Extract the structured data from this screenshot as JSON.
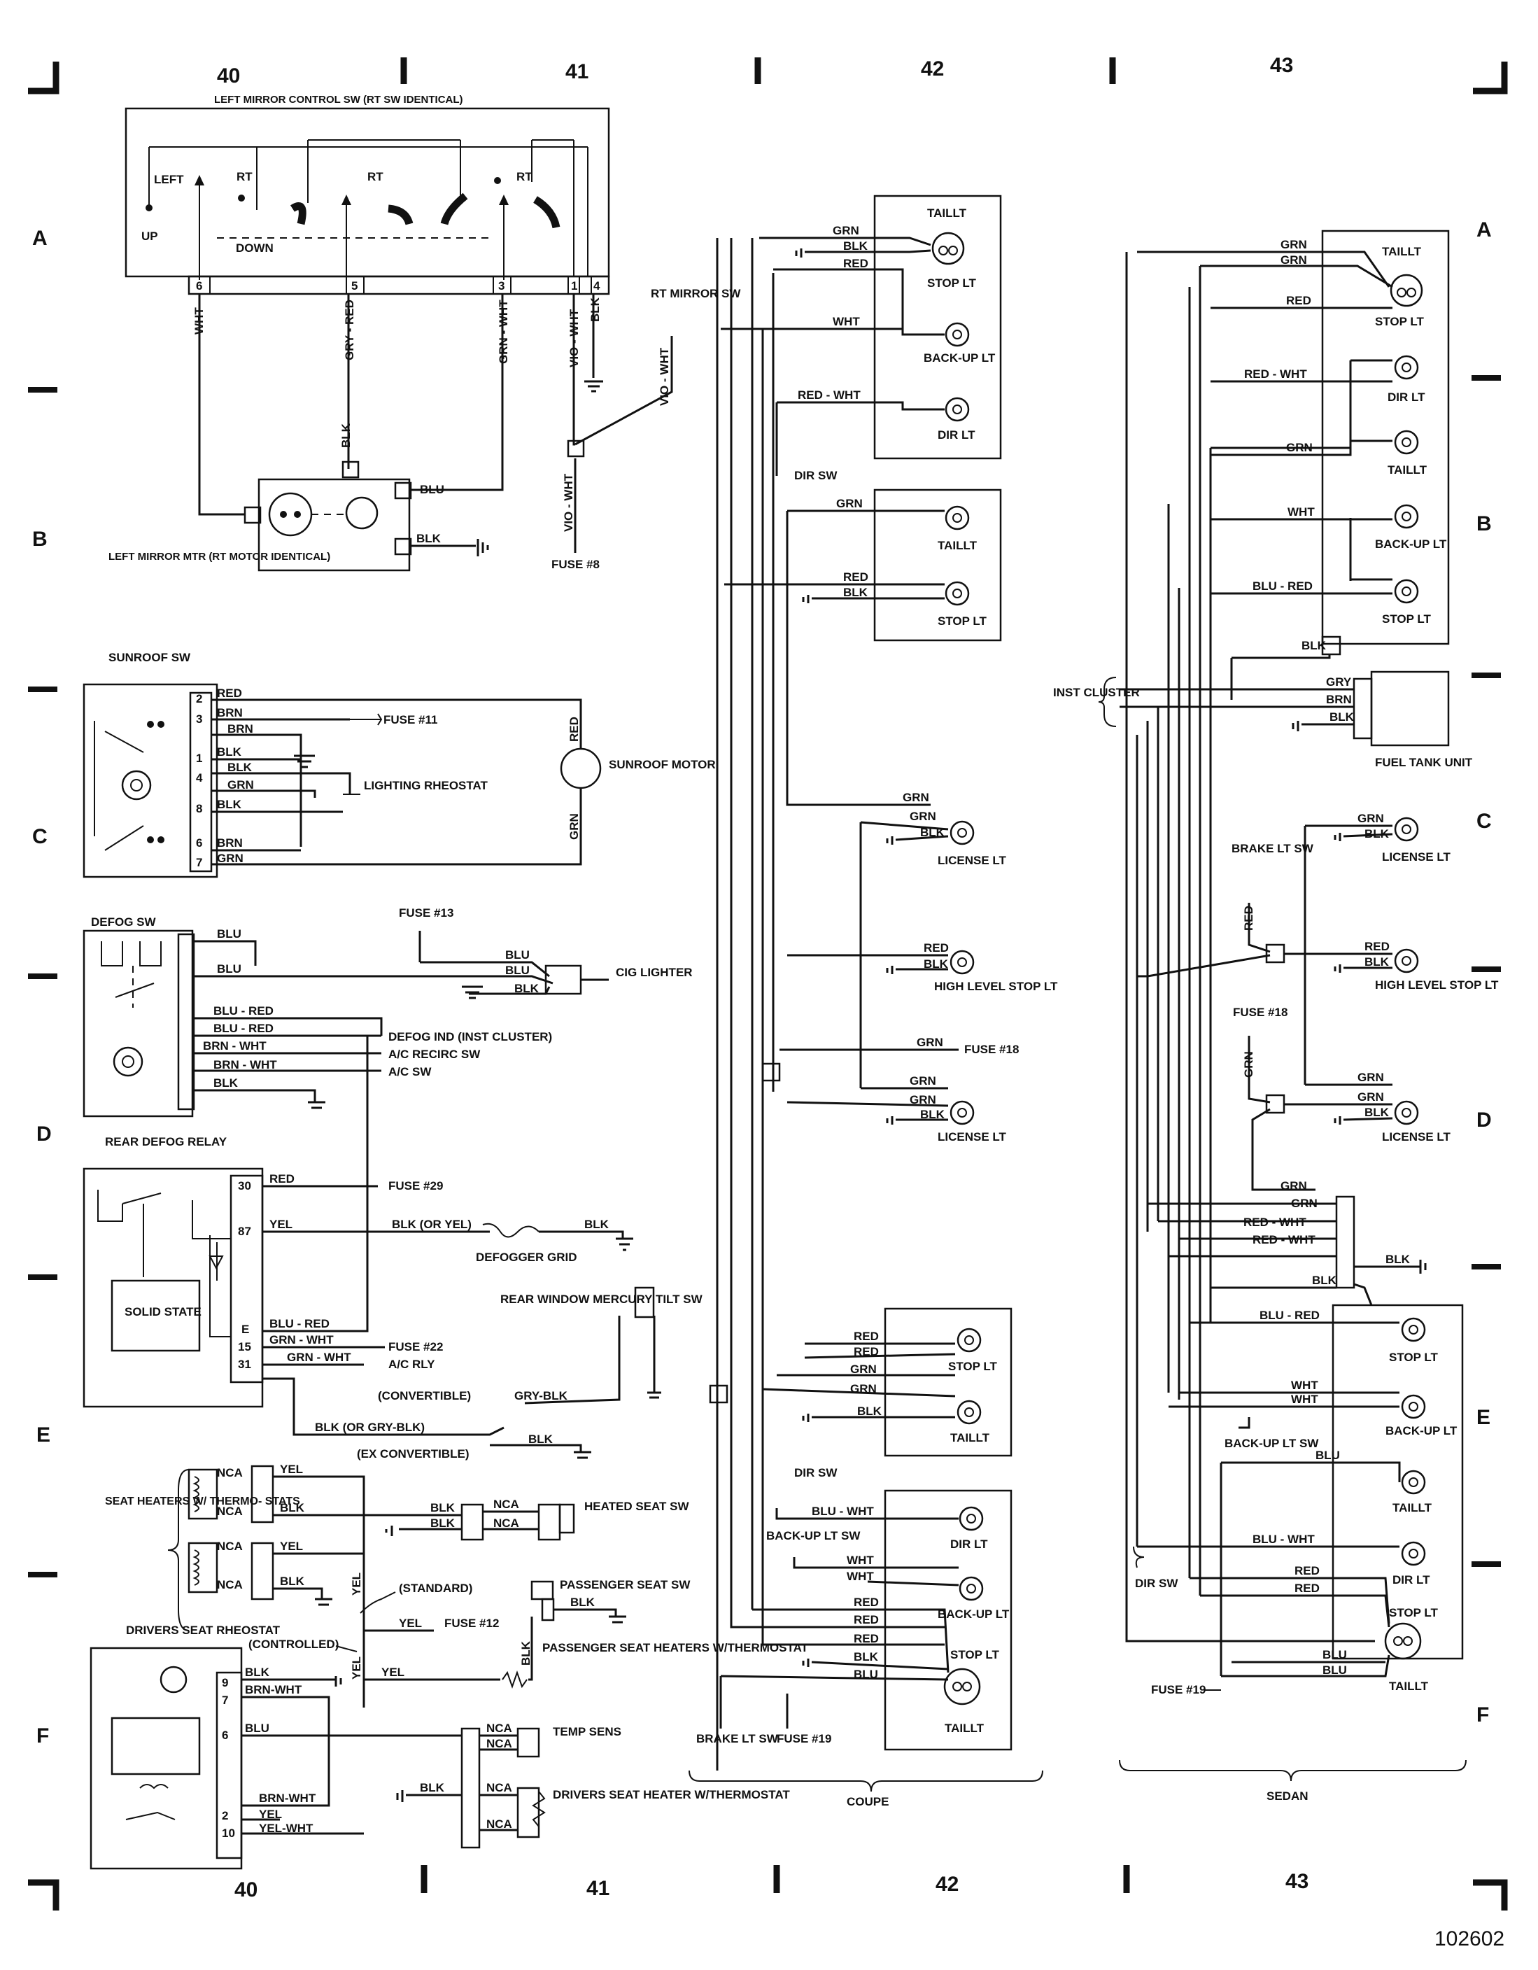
{
  "grid": {
    "columns": [
      "40",
      "41",
      "42",
      "43"
    ],
    "rows": [
      "A",
      "B",
      "C",
      "D",
      "E",
      "F"
    ],
    "figure_number": "102602"
  },
  "mirror": {
    "switch_title": "LEFT MIRROR CONTROL SW (RT SW IDENTICAL)",
    "left": "LEFT",
    "up": "UP",
    "down": "DOWN",
    "rt": "RT",
    "pins": [
      "6",
      "5",
      "3",
      "1",
      "4"
    ],
    "wires": [
      "WHT",
      "GRY - RED",
      "GRN - WHT",
      "VIO - WHT",
      "BLK",
      "BLU",
      "VIO - WHT",
      "VIO - WHT"
    ],
    "rt_mirror_sw": "RT MIRROR SW",
    "motor": "LEFT MIRROR MTR (RT MOTOR IDENTICAL)",
    "fuse": "FUSE #8"
  },
  "sunroof": {
    "switch": "SUNROOF SW",
    "pins": [
      "2",
      "3",
      "1",
      "4",
      "8",
      "6",
      "7"
    ],
    "wires": [
      "RED",
      "BRN",
      "BRN",
      "BLK",
      "BLK",
      "GRN",
      "BLK",
      "BRN",
      "GRN",
      "RED",
      "GRN"
    ],
    "fuse": "FUSE #11",
    "rheostat": "LIGHTING RHEOSTAT",
    "motor": "SUNROOF MOTOR"
  },
  "defog": {
    "switch": "DEFOG SW",
    "wires": [
      "BLU",
      "BLU",
      "BLU",
      "BLU",
      "BLK",
      "BLU - RED",
      "BLU - RED",
      "BRN - WHT",
      "BRN - WHT",
      "BLK"
    ],
    "fuse13": "FUSE #13",
    "cig": "CIG LIGHTER",
    "defog_ind": "DEFOG IND (INST CLUSTER)",
    "ac_recirc": "A/C RECIRC SW",
    "ac_sw": "A/C SW"
  },
  "relay": {
    "title": "REAR DEFOG RELAY",
    "solid_state": "SOLID STATE",
    "pins": [
      "30",
      "87",
      "E",
      "15",
      "31"
    ],
    "wires": [
      "RED",
      "YEL",
      "BLK (OR YEL)",
      "BLK",
      "BLU - RED",
      "GRN - WHT",
      "GRN - WHT",
      "GRY-BLK",
      "BLK (OR GRY-BLK)",
      "BLK"
    ],
    "fuse29": "FUSE #29",
    "grid": "DEFOGGER GRID",
    "tilt_sw": "REAR WINDOW MERCURY TILT SW",
    "fuse22": "FUSE #22",
    "ac_rly": "A/C RLY",
    "convertible": "(CONVERTIBLE)",
    "ex_convertible": "(EX CONVERTIBLE)"
  },
  "seat": {
    "heaters": "SEAT HEATERS W/ THERMO- STATS",
    "nca": "NCA",
    "wires": [
      "YEL",
      "BLK",
      "YEL",
      "BLK",
      "BLK",
      "BLK",
      "YEL",
      "YEL",
      "YEL",
      "BLK",
      "BLK"
    ],
    "heated_sw": "HEATED SEAT SW",
    "standard": "(STANDARD)",
    "controlled": "(CONTROLLED)",
    "fuse12": "FUSE #12",
    "passenger_sw": "PASSENGER SEAT SW",
    "passenger_heaters": "PASSENGER SEAT HEATERS W/THERMOSTAT",
    "rheostat": "DRIVERS SEAT RHEOSTAT",
    "rheo_pins": [
      "9",
      "7",
      "6",
      "2",
      "10"
    ],
    "rheo_wires": [
      "BLK",
      "BRN-WHT",
      "BLU",
      "BRN-WHT",
      "YEL",
      "YEL-WHT"
    ],
    "temp_sens": "TEMP SENS",
    "drivers_heater": "DRIVERS SEAT HEATER W/THERMOSTAT"
  },
  "coupe": {
    "title": "COUPE",
    "taillt": "TAILLT",
    "stoplt": "STOP LT",
    "backup": "BACK-UP LT",
    "dirlt": "DIR LT",
    "dir_sw": "DIR SW",
    "license": "LICENSE LT",
    "high_level": "HIGH LEVEL STOP LT",
    "fuse18": "FUSE #18",
    "backup_sw": "BACK-UP LT SW",
    "brake_sw": "BRAKE LT SW",
    "fuse19": "FUSE #19",
    "wires": [
      "GRN",
      "BLK",
      "RED",
      "WHT",
      "RED - WHT",
      "GRN",
      "RED",
      "BLK",
      "GRN",
      "GRN",
      "BLK",
      "RED",
      "BLK",
      "GRN",
      "GRN",
      "GRN",
      "BLK",
      "RED",
      "RED",
      "GRN",
      "GRN",
      "BLK",
      "BLU - WHT",
      "WHT",
      "WHT",
      "RED",
      "RED",
      "RED",
      "BLK",
      "BLU"
    ]
  },
  "sedan": {
    "title": "SEDAN",
    "taillt": "TAILLT",
    "stoplt": "STOP LT",
    "dirlt": "DIR LT",
    "backup": "BACK-UP LT",
    "inst": "INST CLUSTER",
    "fuel": "FUEL TANK UNIT",
    "license": "LICENSE LT",
    "high_level": "HIGH LEVEL STOP LT",
    "brake_sw": "BRAKE LT SW",
    "fuse18": "FUSE #18",
    "dir_sw": "DIR SW",
    "backup_sw": "BACK-UP LT SW",
    "fuse19": "FUSE #19",
    "wires": [
      "GRN",
      "GRN",
      "RED",
      "RED - WHT",
      "GRN",
      "WHT",
      "BLU - RED",
      "BLK",
      "GRY",
      "BRN",
      "BLK",
      "GRN",
      "BLK",
      "RED",
      "BLK",
      "RED",
      "GRN",
      "BLK",
      "GRN",
      "GRN",
      "GRN",
      "RED - WHT",
      "RED - WHT",
      "BLK",
      "BLK",
      "BLU - RED",
      "WHT",
      "WHT",
      "BLU",
      "BLU - WHT",
      "RED",
      "RED",
      "BLU",
      "BLU"
    ]
  }
}
